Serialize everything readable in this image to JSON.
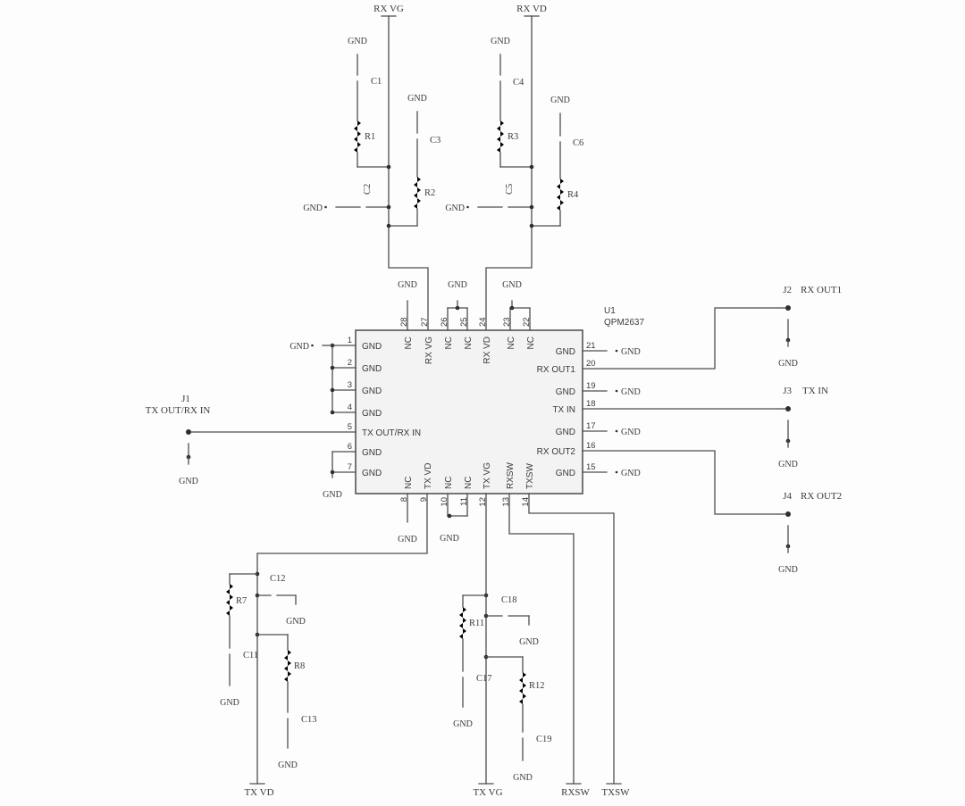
{
  "colors": {
    "line": "#4e4e4e",
    "text": "#3a3a3a",
    "ic_fill": "#f3f3f3",
    "background": "#fdfdfd"
  },
  "nets": {
    "rx_vg": "RX VG",
    "rx_vd": "RX VD",
    "tx_vd": "TX VD",
    "tx_vg": "TX VG",
    "rxsw": "RXSW",
    "txsw": "TXSW",
    "gnd": "GND"
  },
  "ic": {
    "refdes": "U1",
    "part": "QPM2637",
    "left_pins": [
      {
        "num": "1",
        "name": "GND"
      },
      {
        "num": "2",
        "name": "GND"
      },
      {
        "num": "3",
        "name": "GND"
      },
      {
        "num": "4",
        "name": "GND"
      },
      {
        "num": "5",
        "name": "TX OUT/RX IN"
      },
      {
        "num": "6",
        "name": "GND"
      },
      {
        "num": "7",
        "name": "GND"
      }
    ],
    "right_pins": [
      {
        "num": "21",
        "name": "GND"
      },
      {
        "num": "20",
        "name": "RX OUT1"
      },
      {
        "num": "19",
        "name": "GND"
      },
      {
        "num": "18",
        "name": "TX IN"
      },
      {
        "num": "17",
        "name": "GND"
      },
      {
        "num": "16",
        "name": "RX OUT2"
      },
      {
        "num": "15",
        "name": "GND"
      }
    ],
    "top_pins": [
      {
        "num": "28",
        "name": "NC"
      },
      {
        "num": "27",
        "name": "RX VG"
      },
      {
        "num": "26",
        "name": "NC"
      },
      {
        "num": "25",
        "name": "NC"
      },
      {
        "num": "24",
        "name": "RX VD"
      },
      {
        "num": "23",
        "name": "NC"
      },
      {
        "num": "22",
        "name": "NC"
      }
    ],
    "bottom_pins": [
      {
        "num": "8",
        "name": "NC"
      },
      {
        "num": "9",
        "name": "TX VD"
      },
      {
        "num": "10",
        "name": "NC"
      },
      {
        "num": "11",
        "name": "NC"
      },
      {
        "num": "12",
        "name": "TX VG"
      },
      {
        "num": "13",
        "name": "RXSW"
      },
      {
        "num": "14",
        "name": "TXSW"
      }
    ]
  },
  "connectors": {
    "j1": {
      "refdes": "J1",
      "name": "TX OUT/RX IN"
    },
    "j2": {
      "refdes": "J2",
      "name": "RX OUT1"
    },
    "j3": {
      "refdes": "J3",
      "name": "TX IN"
    },
    "j4": {
      "refdes": "J4",
      "name": "RX OUT2"
    }
  },
  "refs": {
    "c1": "C1",
    "c2": "C2",
    "c3": "C3",
    "c4": "C4",
    "c5": "C5",
    "c6": "C6",
    "c11": "C11",
    "c12": "C12",
    "c13": "C13",
    "c17": "C17",
    "c18": "C18",
    "c19": "C19",
    "r1": "R1",
    "r2": "R2",
    "r3": "R3",
    "r4": "R4",
    "r7": "R7",
    "r8": "R8",
    "r11": "R11",
    "r12": "R12"
  }
}
